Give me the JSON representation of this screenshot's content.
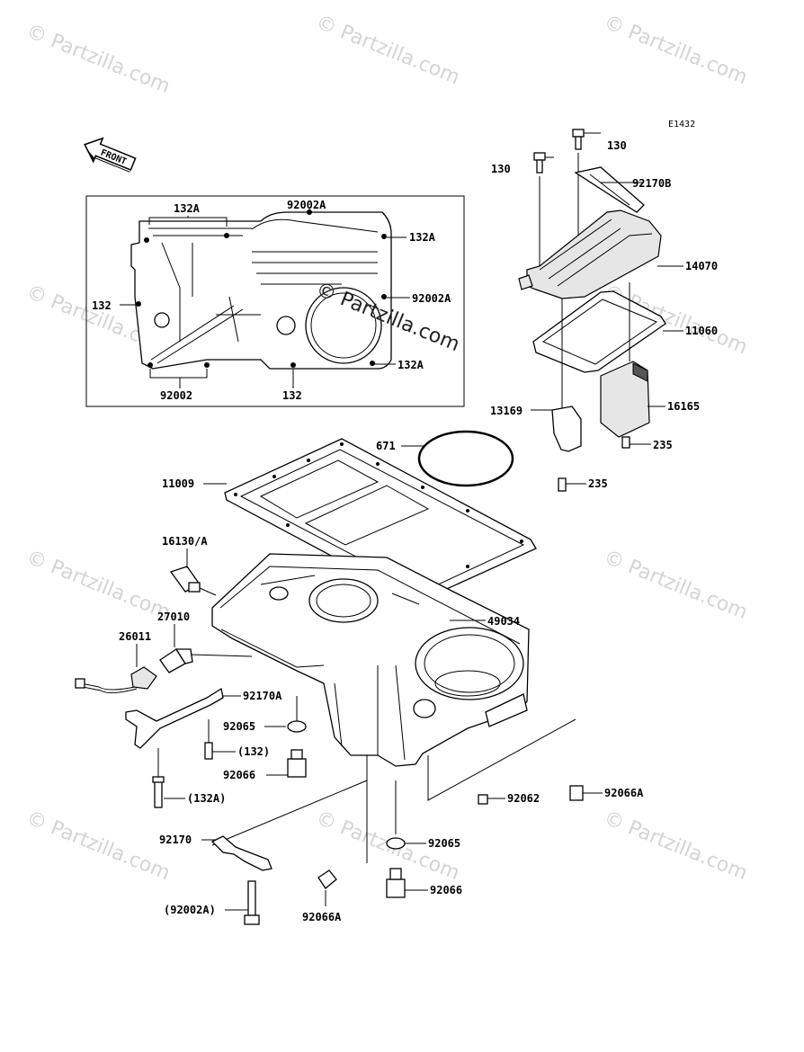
{
  "diagram_code": "E1432",
  "front_label": "FRONT",
  "watermark": "© Partzilla.com",
  "parts": [
    {
      "id": "p130a",
      "label": "130"
    },
    {
      "id": "p130b",
      "label": "130"
    },
    {
      "id": "p92170B",
      "label": "92170B"
    },
    {
      "id": "p14070",
      "label": "14070"
    },
    {
      "id": "p11060",
      "label": "11060"
    },
    {
      "id": "p16165",
      "label": "16165"
    },
    {
      "id": "p235a",
      "label": "235"
    },
    {
      "id": "p235b",
      "label": "235"
    },
    {
      "id": "p13169",
      "label": "13169"
    },
    {
      "id": "p132A_top",
      "label": "132A"
    },
    {
      "id": "p92002A_top",
      "label": "92002A"
    },
    {
      "id": "p132A_r1",
      "label": "132A"
    },
    {
      "id": "p132_left",
      "label": "132"
    },
    {
      "id": "p92002A_r",
      "label": "92002A"
    },
    {
      "id": "p132A_r2",
      "label": "132A"
    },
    {
      "id": "p92002",
      "label": "92002"
    },
    {
      "id": "p132_bot",
      "label": "132"
    },
    {
      "id": "p671",
      "label": "671"
    },
    {
      "id": "p11009",
      "label": "11009"
    },
    {
      "id": "p16130A",
      "label": "16130/A"
    },
    {
      "id": "p49034",
      "label": "49034"
    },
    {
      "id": "p27010",
      "label": "27010"
    },
    {
      "id": "p26011",
      "label": "26011"
    },
    {
      "id": "p92170A",
      "label": "92170A"
    },
    {
      "id": "p92065a",
      "label": "92065"
    },
    {
      "id": "p132paren",
      "label": "(132)"
    },
    {
      "id": "p92066a",
      "label": "92066"
    },
    {
      "id": "p132Aparen",
      "label": "(132A)"
    },
    {
      "id": "p92062",
      "label": "92062"
    },
    {
      "id": "p92066A_r",
      "label": "92066A"
    },
    {
      "id": "p92170",
      "label": "92170"
    },
    {
      "id": "p92065b",
      "label": "92065"
    },
    {
      "id": "p92066b",
      "label": "92066"
    },
    {
      "id": "p92002Aparen",
      "label": "(92002A)"
    },
    {
      "id": "p92066A_b",
      "label": "92066A"
    }
  ]
}
